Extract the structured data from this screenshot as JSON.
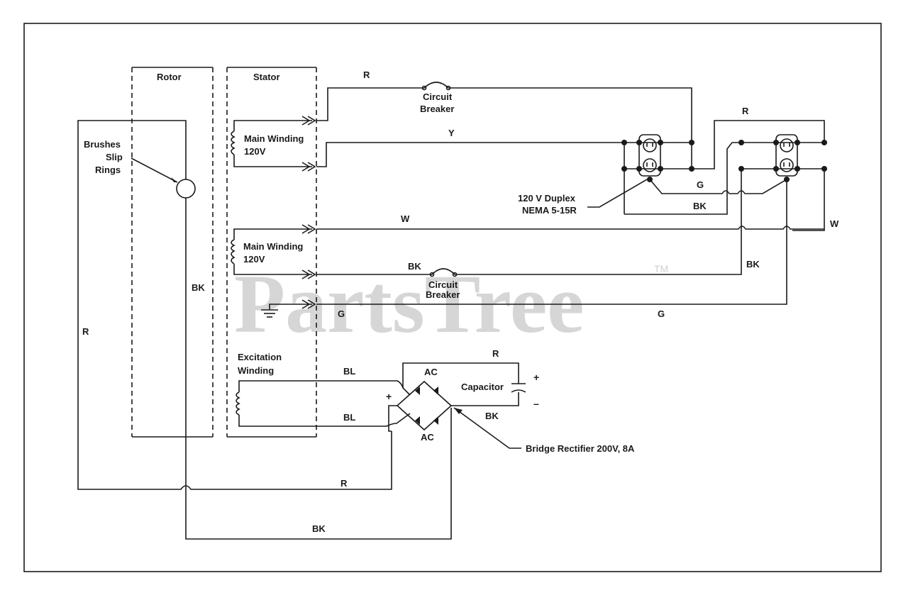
{
  "blocks": {
    "rotor": "Rotor",
    "stator": "Stator"
  },
  "rotor_labels": {
    "brushes": "Brushes",
    "slip": "Slip",
    "rings": "Rings"
  },
  "windings": {
    "main_winding_1": "Main Winding",
    "main_voltage_1": "120V",
    "main_winding_2": "Main Winding",
    "main_voltage_2": "120V",
    "excitation_1": "Excitation",
    "excitation_2": "Winding"
  },
  "breakers": {
    "top_line1": "Circuit",
    "top_line2": "Breaker",
    "bottom_line1": "Circuit",
    "bottom_line2": "Breaker"
  },
  "outlet": {
    "line1": "120 V Duplex",
    "line2": "NEMA 5-15R"
  },
  "rectifier": {
    "ac_top": "AC",
    "ac_bottom": "AC",
    "plus": "+",
    "capacitor": "Capacitor",
    "cap_plus": "+",
    "cap_minus": "–",
    "callout": "Bridge Rectifier 200V, 8A"
  },
  "wire_labels": {
    "r_top": "R",
    "y": "Y",
    "r_right": "R",
    "g_outlet": "G",
    "bk_outlet": "BK",
    "w_mid": "W",
    "w_right": "W",
    "bk_breaker": "BK",
    "bk_right": "BK",
    "g_ground": "G",
    "g_right": "G",
    "bk_rotor": "BK",
    "r_left": "R",
    "bl_top": "BL",
    "bl_bottom": "BL",
    "r_cap": "R",
    "bk_cap": "BK",
    "r_bottom": "R",
    "bk_bottom": "BK"
  },
  "watermark": {
    "text": "PartsTree",
    "tm": "TM"
  }
}
